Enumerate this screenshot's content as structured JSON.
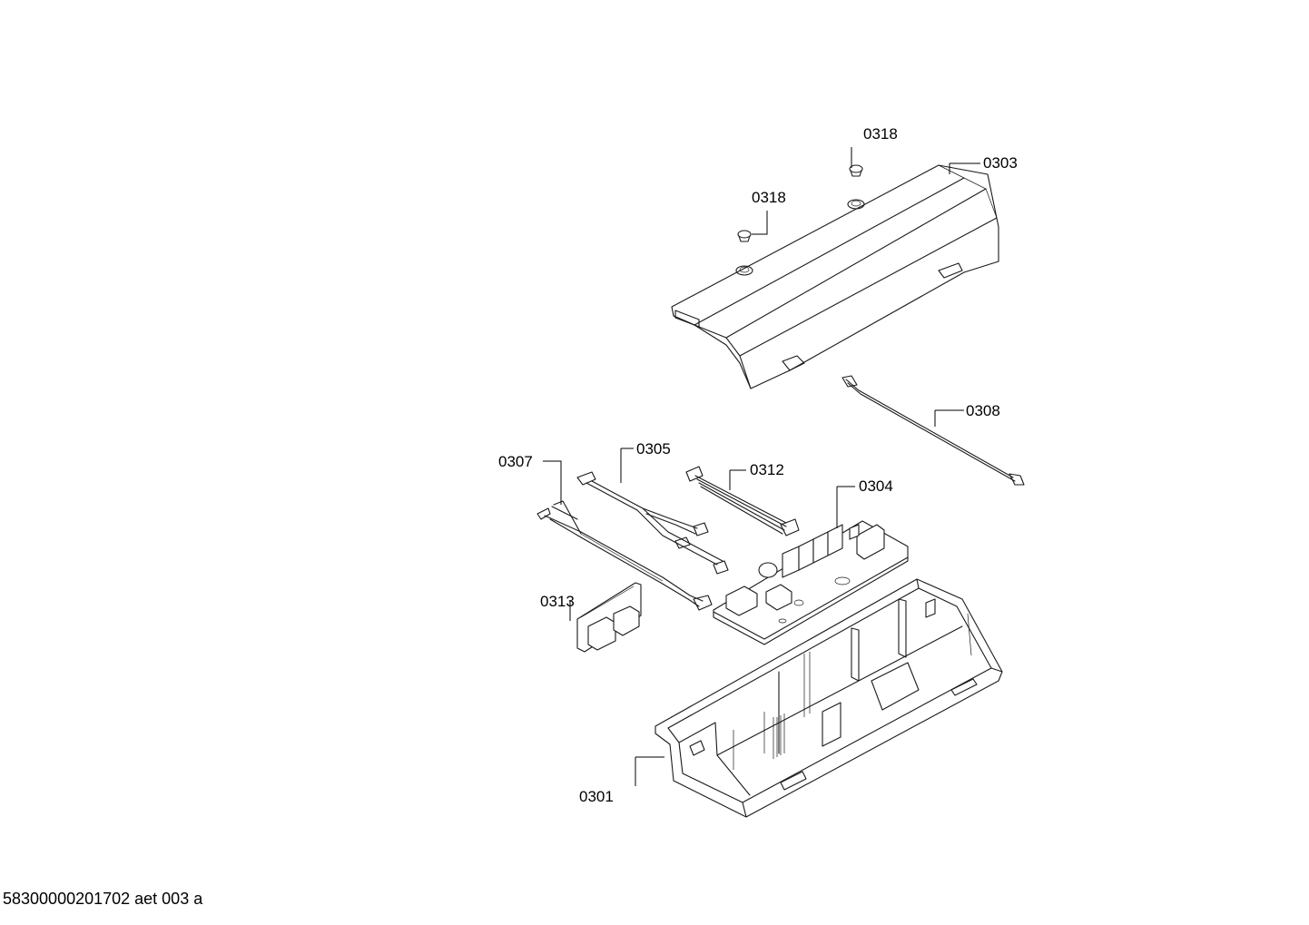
{
  "diagram": {
    "labels": {
      "p0318a": "0318",
      "p0318b": "0318",
      "p0303": "0303",
      "p0308": "0308",
      "p0307": "0307",
      "p0305": "0305",
      "p0312": "0312",
      "p0304": "0304",
      "p0313": "0313",
      "p0301": "0301"
    },
    "footer": "58300000201702 aet 003 a"
  }
}
